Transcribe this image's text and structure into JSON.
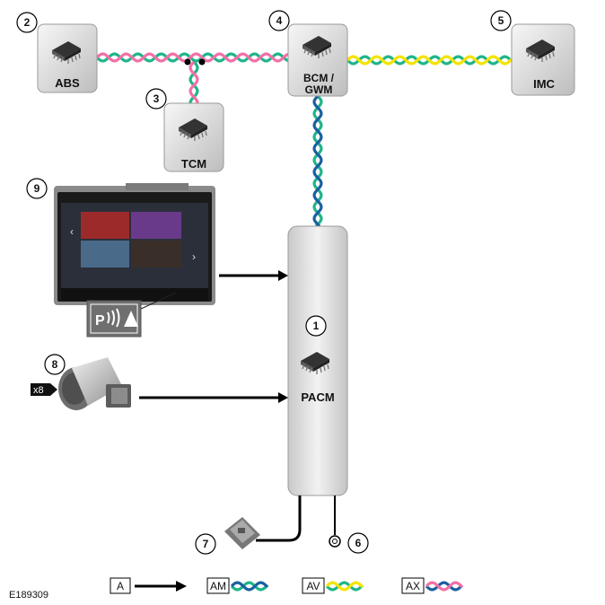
{
  "figure_id": "E189309",
  "modules": {
    "abs": {
      "label": "ABS",
      "callout": "2"
    },
    "tcm": {
      "label": "TCM",
      "callout": "3"
    },
    "bcm": {
      "label_line1": "BCM /",
      "label_line2": "GWM",
      "callout": "4"
    },
    "imc": {
      "label": "IMC",
      "callout": "5"
    },
    "pacm": {
      "label": "PACM",
      "callout": "1"
    }
  },
  "callouts": {
    "ground": "6",
    "fuse": "7",
    "sensor": "8",
    "display": "9"
  },
  "sensor_multiplier": "x8",
  "legend": {
    "a": "A",
    "am": "AM",
    "av": "AV",
    "ax": "AX"
  },
  "bus_colors": {
    "am": [
      "#1fb589",
      "#1a5fa0"
    ],
    "av": [
      "#1fb589",
      "#f4e300"
    ],
    "ax": [
      "#1a5fa0",
      "#f26fa8"
    ],
    "abs_tcm_bcm": [
      "#1fb589",
      "#f26fa8"
    ]
  }
}
